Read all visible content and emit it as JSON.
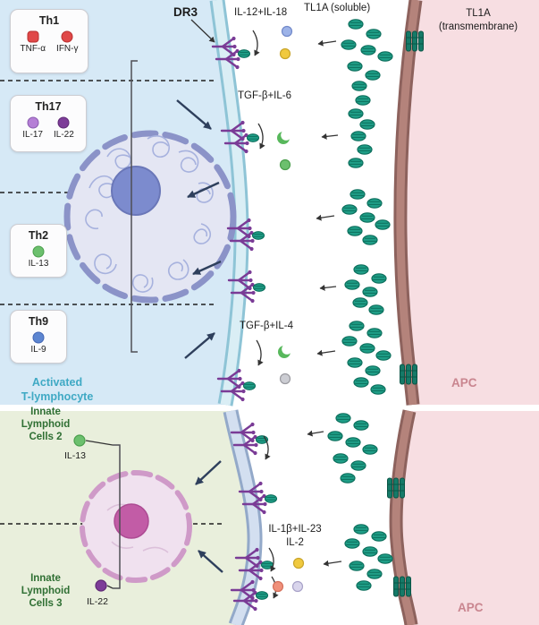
{
  "labels": {
    "dr3": "DR3",
    "il12_il18": "IL-12+IL-18",
    "tl1a_soluble": "TL1A (soluble)",
    "tl1a_tm_line1": "TL1A",
    "tl1a_tm_line2": "(transmembrane)",
    "tgfb_il6": "TGF-β+IL-6",
    "tgfb_il4": "TGF-β+IL-4",
    "il1b_il23": "IL-1β+IL-23",
    "il2": "IL-2",
    "apc_top": "APC",
    "apc_bottom": "APC",
    "activated_line1": "Activated",
    "activated_line2": "T-lymphocyte",
    "ilc2_line1": "Innate",
    "ilc2_line2": "Lymphoid",
    "ilc2_line3": "Cells 2",
    "ilc3_line1": "Innate",
    "ilc3_line2": "Lymphoid",
    "ilc3_line3": "Cells 3"
  },
  "th_boxes": [
    {
      "title": "Th1",
      "cytokines": [
        {
          "name": "TNF-α",
          "color": "#e04848"
        },
        {
          "name": "IFN-γ",
          "color": "#e04848"
        }
      ]
    },
    {
      "title": "Th17",
      "cytokines": [
        {
          "name": "IL-17",
          "color": "#b57fd6"
        },
        {
          "name": "IL-22",
          "color": "#7d3c98"
        }
      ]
    },
    {
      "title": "Th2",
      "cytokines": [
        {
          "name": "IL-13",
          "color": "#6cc06e"
        }
      ]
    },
    {
      "title": "Th9",
      "cytokines": [
        {
          "name": "IL-9",
          "color": "#5d86d1"
        }
      ]
    }
  ],
  "ilc_markers": [
    {
      "name": "IL-13",
      "color": "#6cc06e"
    },
    {
      "name": "IL-22",
      "color": "#7d3c98"
    }
  ],
  "palette": {
    "tl1a_teal": "#1f9e87",
    "receptor_purple": "#7a3b96",
    "t_cell_region": "#d6e9f6",
    "ilc_region": "#e9efdc",
    "apc_region": "#f7dee2",
    "arrow_navy": "#2e3f5c",
    "activated_text": "#3fa9c4",
    "ilc_text": "#2f6f33",
    "apc_text": "#c9858f",
    "il12_blue": "#9db3e8",
    "il18_yellow": "#f0c93f",
    "tgfb_green": "#58b85c",
    "il6_green": "#6cc06e",
    "il4_gray": "#cccdd3",
    "il2_yellow": "#f0c93f",
    "il1b_salmon": "#f0907a",
    "il23_lavender": "#d9d5ec"
  }
}
